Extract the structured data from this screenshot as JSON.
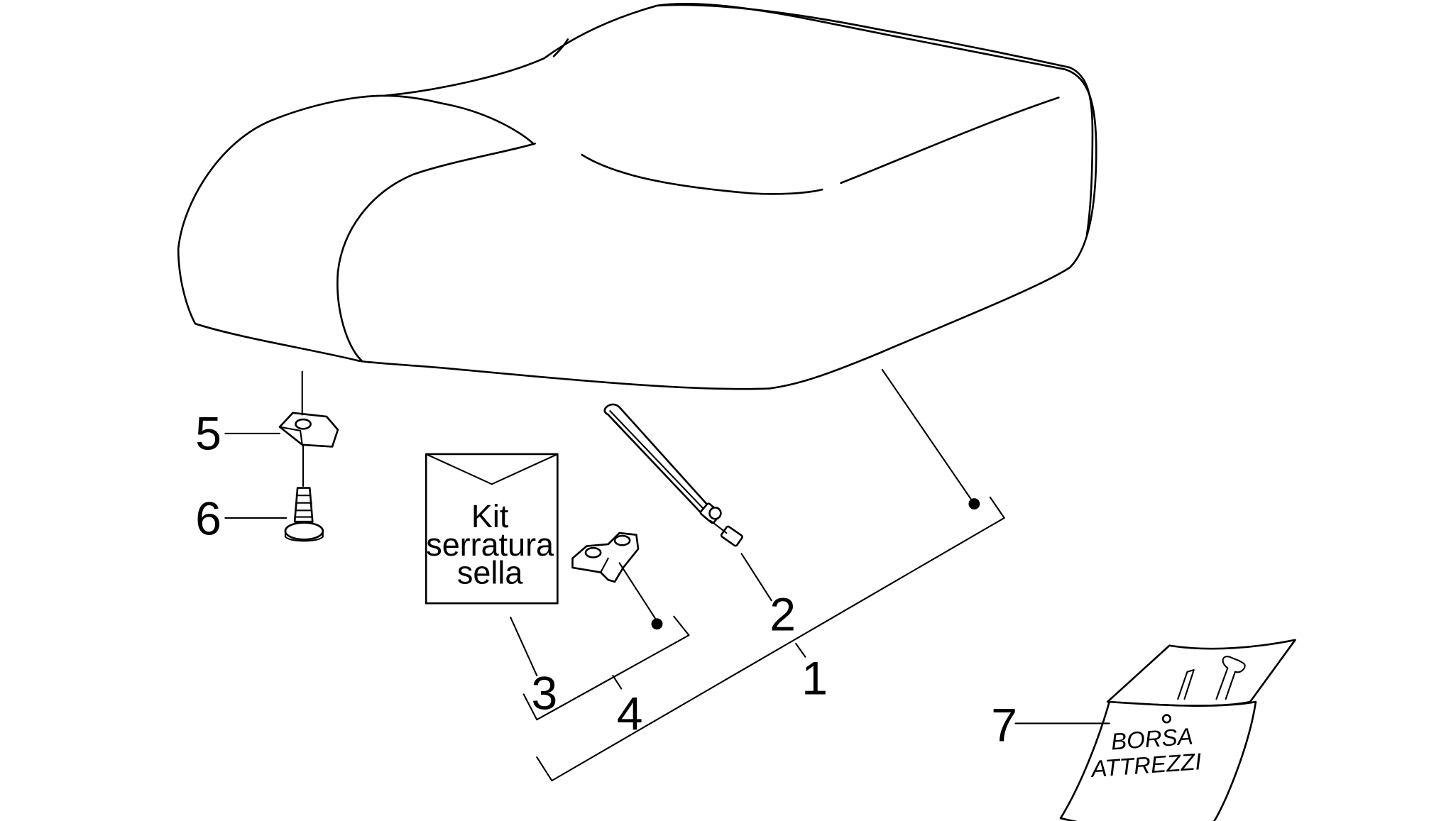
{
  "callouts": {
    "seat": "1",
    "cable_tie": "2",
    "kit": "3",
    "lock_bracket": "4",
    "clip_nut": "5",
    "screw": "6",
    "tool_bag": "7"
  },
  "kit_envelope": {
    "line1": "Kit",
    "line2": "serratura",
    "line3": "sella"
  },
  "tool_bag": {
    "line1": "BORSA",
    "line2": "ATTREZZI"
  }
}
